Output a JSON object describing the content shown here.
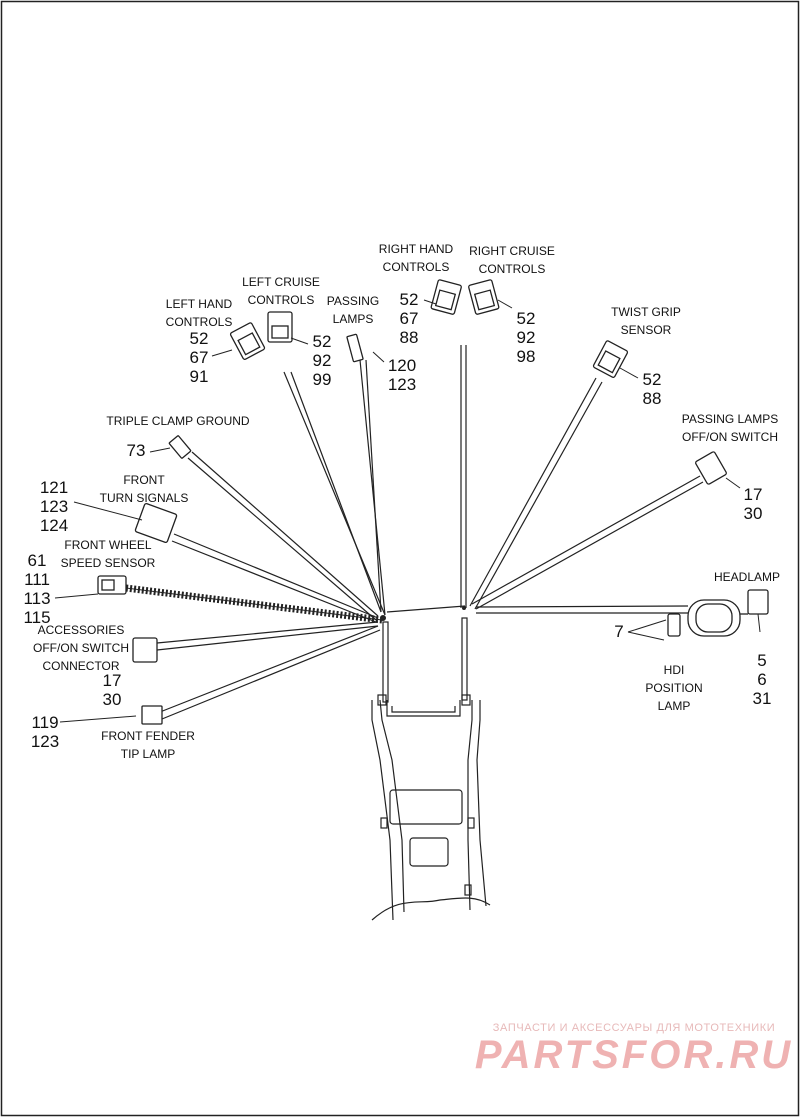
{
  "labels": {
    "left_hand_controls": [
      "LEFT HAND",
      "CONTROLS"
    ],
    "left_cruise_controls": [
      "LEFT CRUISE",
      "CONTROLS"
    ],
    "passing_lamps": [
      "PASSING",
      "LAMPS"
    ],
    "right_hand_controls": [
      "RIGHT HAND",
      "CONTROLS"
    ],
    "right_cruise_controls": [
      "RIGHT CRUISE",
      "CONTROLS"
    ],
    "twist_grip_sensor": [
      "TWIST GRIP",
      "SENSOR"
    ],
    "triple_clamp_ground": [
      "TRIPLE CLAMP GROUND"
    ],
    "passing_lamps_switch": [
      "PASSING LAMPS",
      "OFF/ON SWITCH"
    ],
    "front_turn_signals": [
      "FRONT",
      "TURN SIGNALS"
    ],
    "front_wheel_speed_sensor": [
      "FRONT WHEEL",
      "SPEED SENSOR"
    ],
    "headlamp": [
      "HEADLAMP"
    ],
    "accessories_switch_connector": [
      "ACCESSORIES",
      "OFF/ON SWITCH",
      "CONNECTOR"
    ],
    "hdi_position_lamp": [
      "HDI",
      "POSITION",
      "LAMP"
    ],
    "front_fender_tip_lamp": [
      "FRONT FENDER",
      "TIP LAMP"
    ]
  },
  "refs": {
    "left_hand_controls": [
      "52",
      "67",
      "91"
    ],
    "left_cruise_controls": [
      "52",
      "92",
      "99"
    ],
    "passing_lamps": [
      "120",
      "123"
    ],
    "right_hand_controls": [
      "52",
      "67",
      "88"
    ],
    "right_cruise_controls": [
      "52",
      "92",
      "98"
    ],
    "twist_grip_sensor": [
      "52",
      "88"
    ],
    "triple_clamp_ground": [
      "73"
    ],
    "passing_lamps_switch": [
      "17",
      "30"
    ],
    "front_turn_signals": [
      "121",
      "123",
      "124"
    ],
    "front_wheel_speed_sensor": [
      "61",
      "111",
      "113",
      "115"
    ],
    "hdi_position_lamp": [
      "7"
    ],
    "headlamp": [
      "5",
      "6",
      "31"
    ],
    "accessories_switch_connector": [
      "17",
      "30"
    ],
    "front_fender_tip_lamp": [
      "119",
      "123"
    ]
  },
  "watermark": {
    "tagline": "ЗАПЧАСТИ И АКСЕССУАРЫ ДЛЯ МОТОТЕХНИКИ",
    "brand": "PARTSFOR.RU"
  }
}
